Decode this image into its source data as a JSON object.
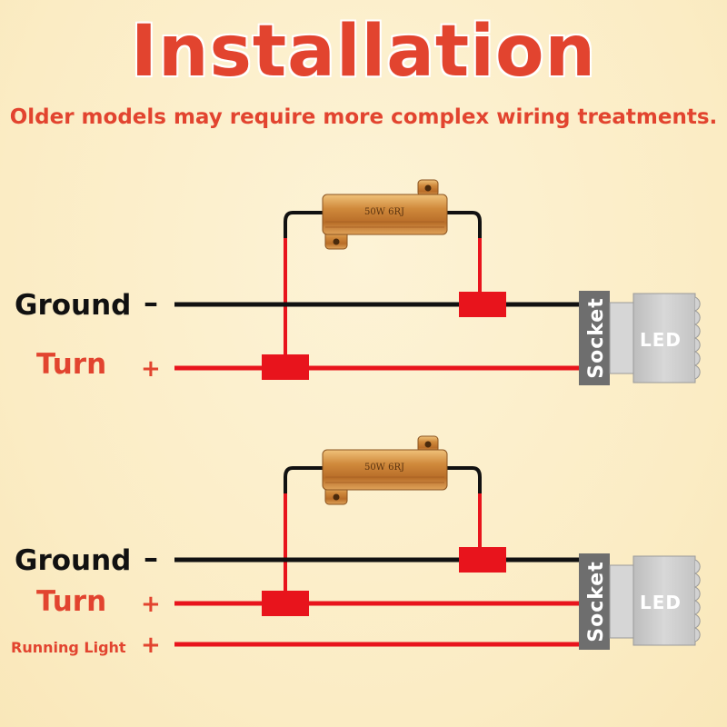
{
  "header": {
    "title": "Installation",
    "subtitle": "Older models may require more complex wiring treatments."
  },
  "diagram1": {
    "ground_label": "Ground",
    "ground_sign": "–",
    "turn_label": "Turn",
    "turn_sign": "+",
    "resistor_text": "50W 6RJ",
    "socket_label": "Socket",
    "led_label": "LED"
  },
  "diagram2": {
    "ground_label": "Ground",
    "ground_sign": "–",
    "turn_label": "Turn",
    "turn_sign": "+",
    "running_label": "Running Light",
    "running_sign": "+",
    "resistor_text": "50W 6RJ",
    "socket_label": "Socket",
    "led_label": "LED"
  },
  "colors": {
    "title_red": "#e2442f",
    "wire_black": "#111111",
    "wire_red": "#e8141c",
    "resistor_gold": "#c9843a",
    "socket_gray": "#6e6e6e",
    "led_gray": "#cfcfcf"
  }
}
